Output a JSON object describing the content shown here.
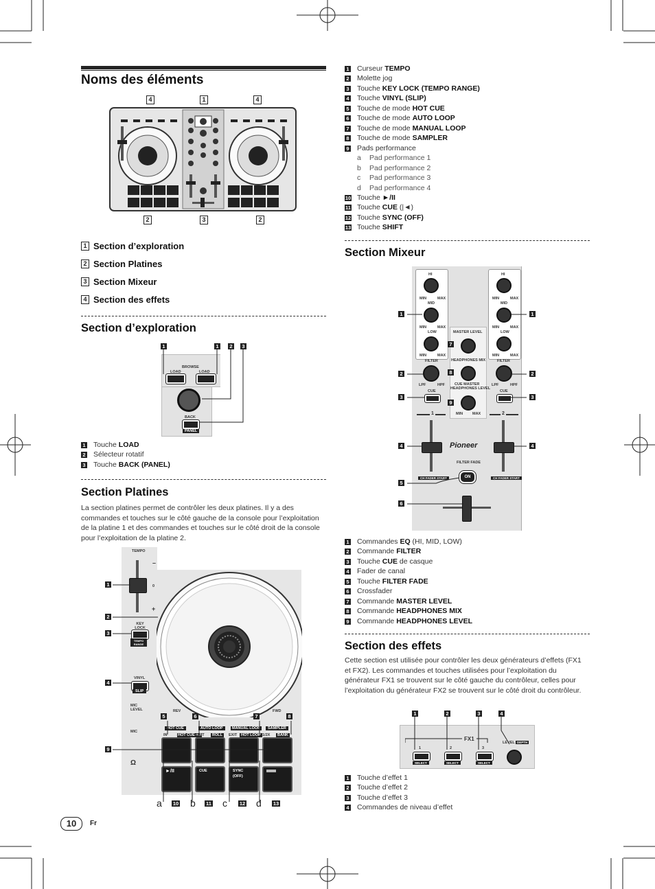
{
  "page": {
    "number": "10",
    "lang": "Fr"
  },
  "title": "Noms des éléments",
  "overview": {
    "callouts_top": [
      "4",
      "1",
      "4"
    ],
    "callouts_bottom": [
      "2",
      "3",
      "2"
    ],
    "items": [
      {
        "n": "1",
        "label": "Section d’exploration"
      },
      {
        "n": "2",
        "label": "Section Platines"
      },
      {
        "n": "3",
        "label": "Section Mixeur"
      },
      {
        "n": "4",
        "label": "Section des effets"
      }
    ]
  },
  "exploration": {
    "title": "Section d’exploration",
    "fig": {
      "browse": "BROWSE",
      "load": "LOAD",
      "back": "BACK",
      "panel": "PANEL",
      "callouts": [
        "1",
        "1",
        "2",
        "3"
      ]
    },
    "items": [
      {
        "n": "1",
        "prefix": "Touche ",
        "bold": "LOAD"
      },
      {
        "n": "2",
        "prefix": "Sélecteur rotatif",
        "bold": ""
      },
      {
        "n": "3",
        "prefix": "Touche ",
        "bold": "BACK (PANEL)"
      }
    ]
  },
  "platines": {
    "title": "Section Platines",
    "intro": "La section platines permet de contrôler les deux platines. Il y a des commandes et touches sur le côté gauche de la console pour l’exploitation de la platine 1 et des commandes et touches sur le côté droit de la console pour l’exploitation de la platine 2.",
    "fig": {
      "tempo": "TEMPO",
      "key_lock": "KEY LOCK",
      "tempo_range": "TEMPO RANGE",
      "vinyl": "VINYL",
      "slip": "SLIP",
      "mic_level": "MIC LEVEL",
      "mic": "MIC",
      "rev": "REV",
      "fwd": "FWD",
      "modes": [
        "HOT CUE",
        "AUTO LOOP",
        "MANUAL LOOP",
        "SAMPLER"
      ],
      "mode_subs": [
        "IN",
        "HOT CUE 4-8",
        "OUT",
        "ROLL",
        "EXIT",
        "HOT LOOP",
        "1/2X",
        "BANK"
      ],
      "play": "►/II",
      "cue": "CUE",
      "sync": "SYNC",
      "sync_sub": "(OFF)",
      "left_callouts": [
        "1",
        "2",
        "3",
        "4",
        "9"
      ],
      "mode_callouts": [
        "5",
        "6",
        "7",
        "8"
      ],
      "bottom_callouts": [
        "a",
        "10",
        "b",
        "11",
        "c",
        "12",
        "d",
        "13"
      ]
    }
  },
  "platines_list": [
    {
      "n": "1",
      "prefix": "Curseur ",
      "bold": "TEMPO"
    },
    {
      "n": "2",
      "prefix": "Molette jog",
      "bold": ""
    },
    {
      "n": "3",
      "prefix": "Touche ",
      "bold": "KEY LOCK (TEMPO RANGE)"
    },
    {
      "n": "4",
      "prefix": "Touche ",
      "bold": "VINYL (SLIP)"
    },
    {
      "n": "5",
      "prefix": "Touche de mode ",
      "bold": "HOT CUE"
    },
    {
      "n": "6",
      "prefix": "Touche de mode ",
      "bold": "AUTO LOOP"
    },
    {
      "n": "7",
      "prefix": "Touche de mode ",
      "bold": "MANUAL LOOP"
    },
    {
      "n": "8",
      "prefix": "Touche de mode ",
      "bold": "SAMPLER"
    },
    {
      "n": "9",
      "prefix": "Pads performance",
      "bold": ""
    }
  ],
  "pads_sub": [
    {
      "l": "a",
      "t": "Pad performance 1"
    },
    {
      "l": "b",
      "t": "Pad performance 2"
    },
    {
      "l": "c",
      "t": "Pad performance 3"
    },
    {
      "l": "d",
      "t": "Pad performance 4"
    }
  ],
  "platines_list2": [
    {
      "n": "10",
      "prefix": "Touche ",
      "bold": "►/II",
      "suffix": ""
    },
    {
      "n": "11",
      "prefix": "Touche ",
      "bold": "CUE",
      "suffix": " (|◄)"
    },
    {
      "n": "12",
      "prefix": "Touche ",
      "bold": "SYNC (OFF)",
      "suffix": ""
    },
    {
      "n": "13",
      "prefix": "Touche ",
      "bold": "SHIFT",
      "suffix": ""
    }
  ],
  "mixeur": {
    "title": "Section Mixeur",
    "fig": {
      "hi": "HI",
      "mid": "MID",
      "low": "LOW",
      "min": "MIN",
      "max": "MAX",
      "filter": "FILTER",
      "lpf": "LPF",
      "hpf": "HPF",
      "cue": "CUE",
      "master_level": "MASTER LEVEL",
      "headphones_mix": "HEADPHONES MIX",
      "cue_master": "CUE    MASTER",
      "headphones_level": "HEADPHONES LEVEL",
      "ch1": "1",
      "ch2": "2",
      "brand": "Pioneer",
      "filter_fade": "FILTER FADE",
      "on": "ON",
      "fader_start": "CH FADER START",
      "left_callouts": [
        "1",
        "2",
        "3",
        "4",
        "5",
        "6"
      ],
      "right_callouts": [
        "1",
        "2",
        "3",
        "4"
      ],
      "center_callouts": [
        "7",
        "8",
        "9"
      ]
    },
    "items": [
      {
        "n": "1",
        "prefix": "Commandes ",
        "bold": "EQ",
        "suffix": " (HI, MID, LOW)"
      },
      {
        "n": "2",
        "prefix": "Commande ",
        "bold": "FILTER",
        "suffix": ""
      },
      {
        "n": "3",
        "prefix": "Touche ",
        "bold": "CUE",
        "suffix": " de casque"
      },
      {
        "n": "4",
        "prefix": "Fader de canal",
        "bold": "",
        "suffix": ""
      },
      {
        "n": "5",
        "prefix": "Touche ",
        "bold": "FILTER FADE",
        "suffix": ""
      },
      {
        "n": "6",
        "prefix": "Crossfader",
        "bold": "",
        "suffix": ""
      },
      {
        "n": "7",
        "prefix": "Commande ",
        "bold": "MASTER LEVEL",
        "suffix": ""
      },
      {
        "n": "8",
        "prefix": "Commande ",
        "bold": "HEADPHONES MIX",
        "suffix": ""
      },
      {
        "n": "9",
        "prefix": "Commande ",
        "bold": "HEADPHONES LEVEL",
        "suffix": ""
      }
    ]
  },
  "effets": {
    "title": "Section des effets",
    "intro": "Cette section est utilisée pour contrôler les deux générateurs d’effets (FX1 et FX2). Les commandes et touches utilisées pour l’exploitation du générateur FX1 se trouvent sur le côté gauche du contrôleur, celles pour l’exploitation du générateur FX2 se trouvent sur le côté droit du contrôleur.",
    "fig": {
      "fx1": "FX1",
      "b1": "1",
      "b2": "2",
      "b3": "3",
      "select": "SELECT",
      "level": "LEVEL",
      "depth": "DEPTH",
      "callouts": [
        "1",
        "2",
        "3",
        "4"
      ]
    },
    "items": [
      {
        "n": "1",
        "t": "Touche d’effet 1"
      },
      {
        "n": "2",
        "t": "Touche d’effet 2"
      },
      {
        "n": "3",
        "t": "Touche d’effet 3"
      },
      {
        "n": "4",
        "t": "Commandes de niveau d’effet"
      }
    ]
  }
}
